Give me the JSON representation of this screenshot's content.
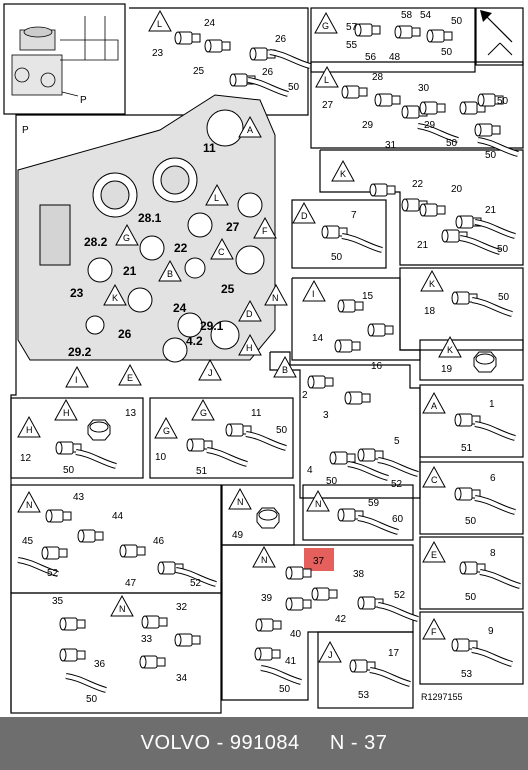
{
  "footer": {
    "brand": "VOLVO",
    "separator": " - ",
    "part_number": "991084",
    "ref": "N - 37"
  },
  "diagram": {
    "code": "R1297155",
    "highlight_label": "37",
    "block_label": "P",
    "overview_label": "P",
    "block_numbers": [
      "28.2",
      "28.1",
      "11",
      "22",
      "27",
      "21",
      "23",
      "24",
      "25",
      "26",
      "29.2",
      "29.1",
      "4.2"
    ],
    "block_markers": [
      "A",
      "L",
      "G",
      "C",
      "F",
      "B",
      "K",
      "N",
      "D",
      "I",
      "E",
      "J",
      "H"
    ],
    "panels": {
      "top_L": {
        "marker": "L",
        "labels": [
          "24",
          "23",
          "25",
          "26",
          "50",
          "26"
        ]
      },
      "top_G": {
        "marker": "G",
        "labels": [
          "57",
          "55",
          "58",
          "56",
          "54",
          "48",
          "50",
          "50"
        ]
      },
      "top_L2": {
        "marker": "L",
        "labels": [
          "28",
          "27",
          "29",
          "30",
          "29",
          "31",
          "50",
          "50",
          "50"
        ]
      },
      "K_right": {
        "marker": "K",
        "labels": [
          "22",
          "20",
          "21",
          "21",
          "50"
        ]
      },
      "D_right": {
        "marker": "D",
        "labels": [
          "7",
          "50"
        ]
      },
      "I_mid": {
        "marker": "I",
        "labels": [
          "15",
          "14",
          "16"
        ]
      },
      "K_small": {
        "marker": "K",
        "labels": [
          "18",
          "50"
        ]
      },
      "K_cap": {
        "marker": "K",
        "labels": [
          "19"
        ]
      },
      "B_mid": {
        "marker": "B",
        "labels": [
          "2",
          "3",
          "5",
          "4",
          "50",
          "52"
        ]
      },
      "A_right": {
        "marker": "A",
        "labels": [
          "1",
          "51"
        ]
      },
      "C_right": {
        "marker": "C",
        "labels": [
          "6",
          "50"
        ]
      },
      "E_right": {
        "marker": "E",
        "labels": [
          "8",
          "50"
        ]
      },
      "F_right": {
        "marker": "F",
        "labels": [
          "9",
          "53"
        ]
      },
      "H_left": {
        "marker": "H",
        "labels": [
          "13",
          "12",
          "50"
        ]
      },
      "G_left": {
        "marker": "G",
        "labels": [
          "11",
          "10",
          "51",
          "50"
        ]
      },
      "N_left": {
        "marker": "N",
        "labels": [
          "43",
          "44",
          "45",
          "52",
          "46",
          "47",
          "52"
        ]
      },
      "N_cap": {
        "marker": "N",
        "labels": [
          "49"
        ]
      },
      "N_small": {
        "marker": "N",
        "labels": [
          "59",
          "60"
        ]
      },
      "N_main": {
        "marker": "N",
        "labels": [
          "38",
          "39",
          "42",
          "52",
          "40",
          "41",
          "50"
        ]
      },
      "N_bottom": {
        "marker": "N",
        "labels": [
          "35",
          "32",
          "33",
          "36",
          "34",
          "50"
        ]
      },
      "J_bottom": {
        "marker": "J",
        "labels": [
          "17",
          "53"
        ]
      }
    }
  }
}
